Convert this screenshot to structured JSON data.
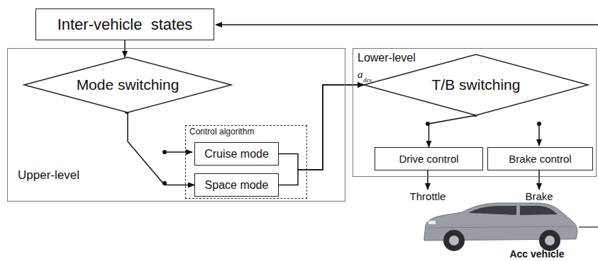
{
  "diagram": {
    "nodes": [
      {
        "text": [
          "Inter-vehicle  states"
        ]
      },
      {
        "text": [
          "Upper-level"
        ]
      },
      {
        "text": [
          "Mode switching"
        ],
        "in": 1
      },
      {
        "text": [
          "Control algorithm"
        ],
        "in": 1
      },
      {
        "text": [
          "Cruise mode"
        ],
        "in": 3
      },
      {
        "text": [
          "Space mode"
        ],
        "in": 3
      },
      {
        "text": [
          "Lower-level"
        ]
      },
      {
        "text": [
          "T/B switching"
        ],
        "in": 6
      },
      {
        "text": [
          "Drive control"
        ],
        "in": 6
      },
      {
        "text": [
          "Brake control"
        ],
        "in": 6
      }
    ],
    "edges": [
      {
        "from": 0,
        "to": 2,
        "arrow": "to"
      },
      {
        "from": 2,
        "to": 5,
        "arrow": "to"
      },
      {
        "from": 4,
        "to": 7,
        "arrow": "to"
      },
      {
        "from": 5,
        "to": 7,
        "arrow": "to"
      },
      {
        "from": 7,
        "to": 8,
        "arrow": "to"
      }
    ],
    "labels": [
      "a",
      "des",
      "Throttle",
      "Brake",
      "Acc vehicle"
    ]
  }
}
